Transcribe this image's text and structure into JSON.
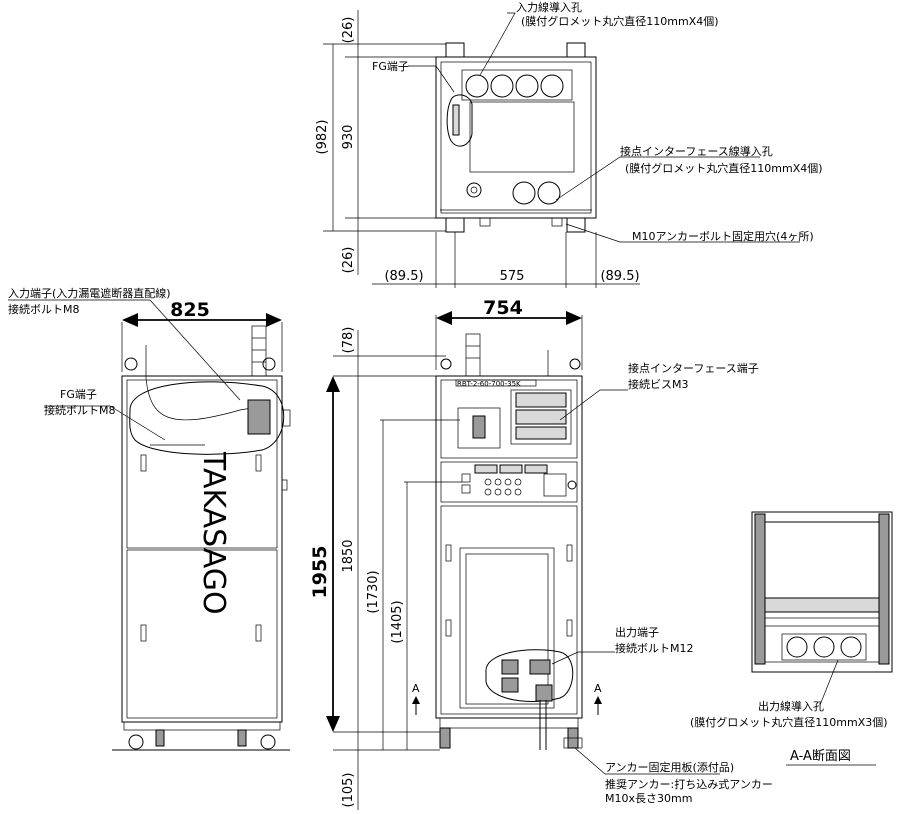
{
  "top_view": {
    "input_hole_label": "入力線導入孔",
    "input_hole_detail": "(膜付グロメット丸穴直径110mmX4個)",
    "fg_label": "FG端子",
    "contact_hole_label": "接点インターフェース線導入孔",
    "contact_hole_detail": "(膜付グロメット丸穴直径110mmX4個)",
    "anchor_hole_label": "M10アンカーボルト固定用穴(4ヶ所)",
    "dims": {
      "d26_top": "(26)",
      "d982": "(982)",
      "d930": "930",
      "d26_bottom": "(26)",
      "d89_left": "(89.5)",
      "d575": "575",
      "d89_right": "(89.5)"
    }
  },
  "side_view": {
    "width_dim": "825",
    "input_terminal_label": "入力端子(入力漏電遮断器直配線)",
    "input_terminal_bolt": "接続ボルトM8",
    "fg_label": "FG端子",
    "fg_bolt": "接続ボルトM8",
    "brand": "TAKASAGO"
  },
  "front_view": {
    "width_dim": "754",
    "model_plate": "RBT-2-60-700-35K",
    "contact_terminal_label": "接点インターフェース端子",
    "contact_terminal_screw": "接続ビスM3",
    "output_terminal_label": "出力端子",
    "output_terminal_bolt": "接続ボルトM12",
    "anchor_plate_label": "アンカー固定用板(添付品)",
    "anchor_recommend": "推奨アンカー:打ち込み式アンカー",
    "anchor_size": "M10x長さ30mm",
    "section_mark_left": "A",
    "section_mark_right": "A",
    "dims": {
      "d78": "(78)",
      "d1955": "1955",
      "d1850": "1850",
      "d1730": "(1730)",
      "d1405": "(1405)",
      "d105": "(105)"
    }
  },
  "section_view": {
    "output_hole_label": "出力線導入孔",
    "output_hole_detail": "(膜付グロメット丸穴直径110mmX3個)",
    "title": "A-A断面図"
  }
}
